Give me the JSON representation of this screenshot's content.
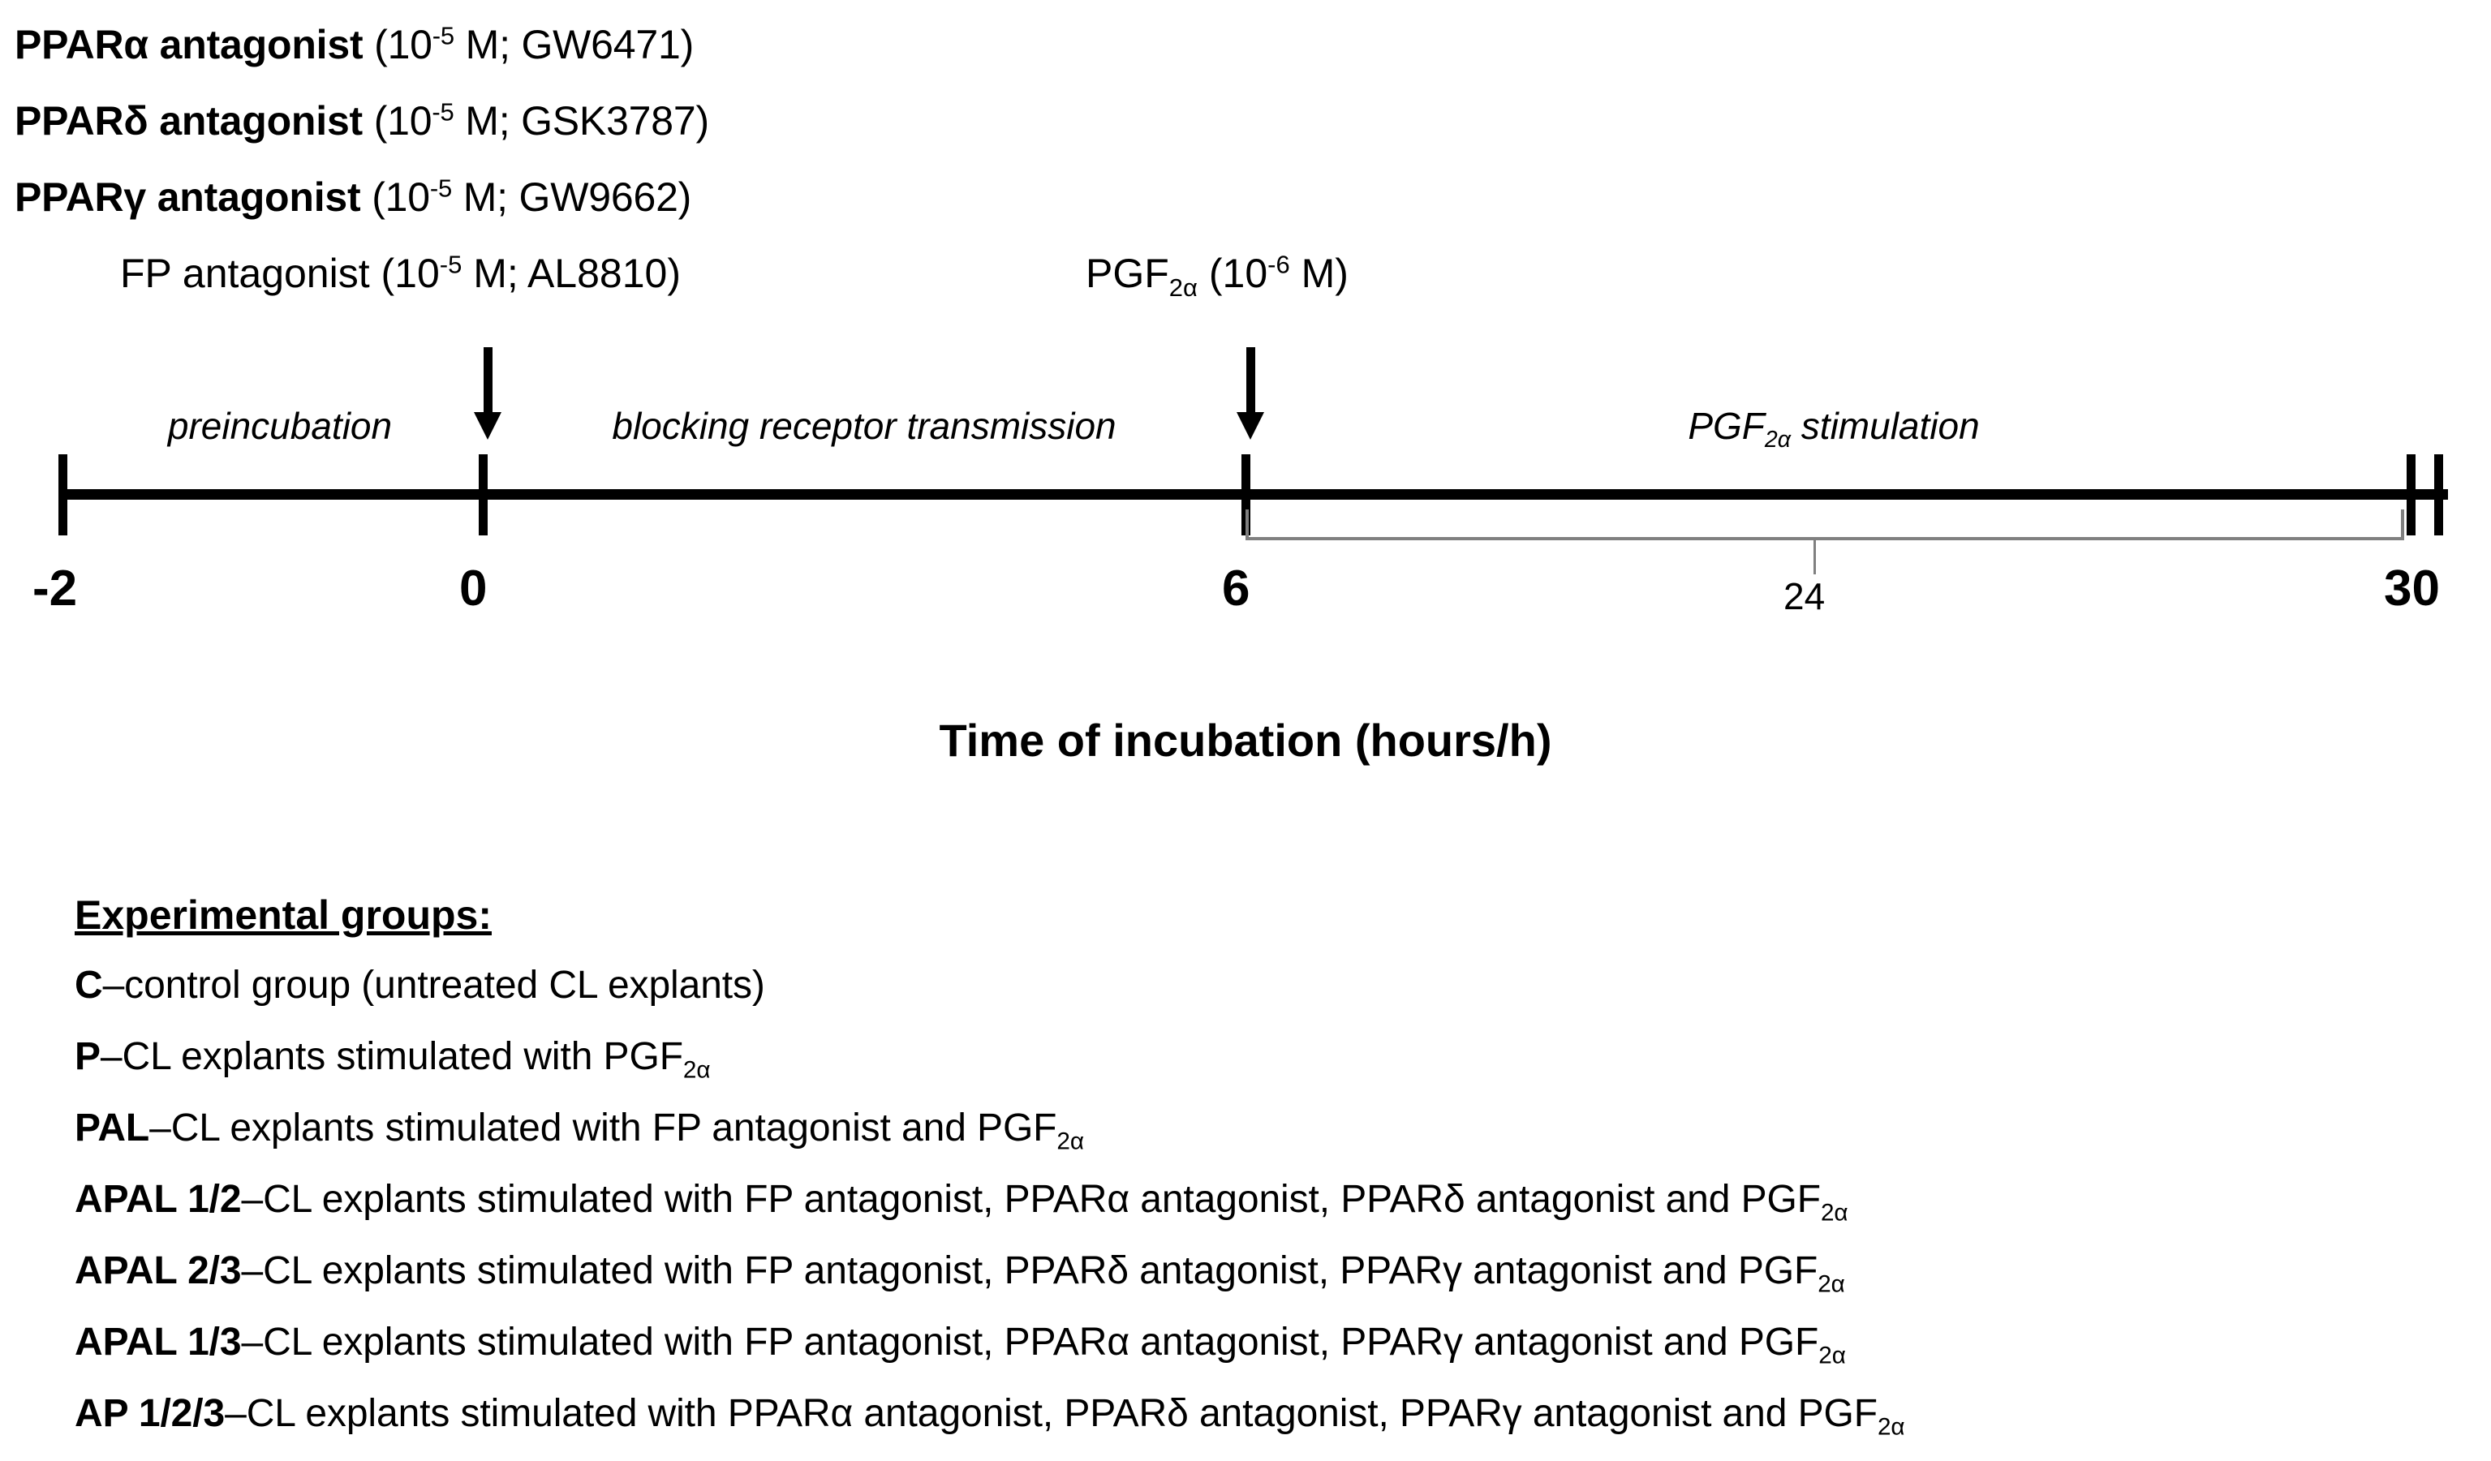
{
  "treatments": {
    "lines": [
      {
        "agent": "PPARα antagonist",
        "dose_pre": " (10",
        "dose_exp": "-5",
        "dose_post": " M; GW6471)"
      },
      {
        "agent": "PPARδ antagonist",
        "dose_pre": " (10",
        "dose_exp": "-5",
        "dose_post": " M; GSK3787)"
      },
      {
        "agent": "PPARγ antagonist",
        "dose_pre": " (10",
        "dose_exp": "-5",
        "dose_post": " M; GW9662)"
      }
    ],
    "fp": {
      "agent": "FP antagonist",
      "dose_pre": " (10",
      "dose_exp": "-5",
      "dose_post": " M; AL8810)"
    },
    "pgf": {
      "agent": "PGF",
      "agent_sub": "2α",
      "dose_pre": " (10",
      "dose_exp": "-6",
      "dose_post": " M)"
    }
  },
  "timeline": {
    "phases": [
      {
        "label": "preincubation"
      },
      {
        "label": "blocking receptor transmission"
      },
      {
        "label_pre": "PGF",
        "label_sub": "2α",
        "label_post": " stimulation"
      }
    ],
    "ticks": [
      {
        "value": "-2"
      },
      {
        "value": "0"
      },
      {
        "value": "6"
      },
      {
        "value": "24"
      },
      {
        "value": "30"
      }
    ],
    "caption": "Time of incubation (hours/h)",
    "arrows": [
      {
        "at": "0"
      },
      {
        "at": "6"
      }
    ]
  },
  "groups": {
    "title": "Experimental groups:",
    "items": [
      {
        "code": "C",
        "desc_pre": "–control group (untreated CL explants)",
        "desc_sub": "",
        "desc_post": ""
      },
      {
        "code": "P",
        "desc_pre": "–CL explants stimulated with PGF",
        "desc_sub": "2α",
        "desc_post": ""
      },
      {
        "code": "PAL",
        "desc_pre": "–CL explants stimulated with FP antagonist and PGF",
        "desc_sub": "2α",
        "desc_post": ""
      },
      {
        "code": "APAL 1/2",
        "desc_pre": "–CL explants stimulated with FP antagonist,  PPARα antagonist,  PPARδ antagonist and PGF",
        "desc_sub": "2α",
        "desc_post": ""
      },
      {
        "code": "APAL 2/3",
        "desc_pre": "–CL explants stimulated with FP antagonist, PPARδ antagonist, PPARγ antagonist and PGF",
        "desc_sub": "2α",
        "desc_post": ""
      },
      {
        "code": "APAL 1/3",
        "desc_pre": "–CL explants stimulated with FP antagonist,  PPARα antagonist, PPARγ antagonist and PGF",
        "desc_sub": "2α",
        "desc_post": ""
      },
      {
        "code": "AP 1/2/3",
        "desc_pre": "–CL explants stimulated with PPARα antagonist, PPARδ antagonist, PPARγ antagonist and PGF",
        "desc_sub": "2α",
        "desc_post": ""
      }
    ]
  },
  "colors": {
    "ink": "#000000",
    "bracket": "#808080",
    "background": "#ffffff"
  }
}
